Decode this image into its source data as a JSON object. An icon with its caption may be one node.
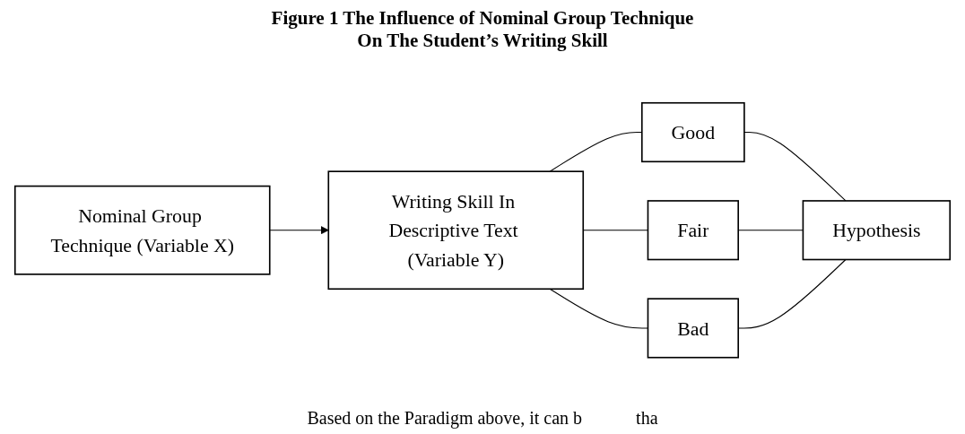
{
  "diagram": {
    "title": "Figure 1 The Influence of Nominal Group Technique On The Student’s Writing Skill",
    "nodes": [
      {
        "text": [
          "Nominal Group Technique (Variable X)"
        ]
      },
      {
        "text": [
          "Writing Skill In Descriptive Text (Variable Y)"
        ]
      },
      {
        "text": [
          "Good"
        ]
      },
      {
        "text": [
          "Fair"
        ]
      },
      {
        "text": [
          "Bad"
        ]
      },
      {
        "text": [
          "Hypothesis"
        ]
      }
    ],
    "edges": [
      {
        "from": 0,
        "to": 1,
        "arrow": "to"
      },
      {
        "from": 1,
        "to": 2,
        "arrow": "none"
      },
      {
        "from": 1,
        "to": 3,
        "arrow": "none"
      },
      {
        "from": 1,
        "to": 4,
        "arrow": "none"
      },
      {
        "from": 2,
        "to": 5,
        "arrow": "none"
      },
      {
        "from": 3,
        "to": 5,
        "arrow": "none"
      },
      {
        "from": 4,
        "to": 5,
        "arrow": "none"
      }
    ],
    "labels": [
      "Based on the Paradigm above, it can b",
      "tha"
    ]
  }
}
